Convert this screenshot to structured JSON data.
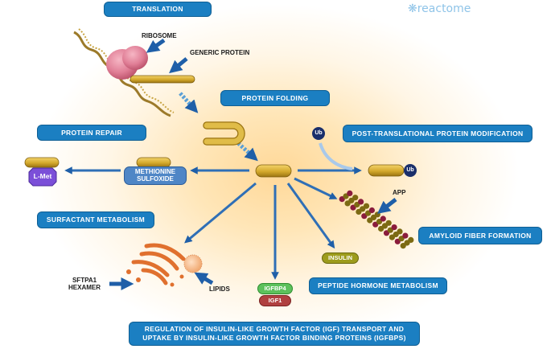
{
  "brand": {
    "logo_text": "reactome"
  },
  "pathways": {
    "translation": "TRANSLATION",
    "protein_folding": "PROTEIN FOLDING",
    "protein_repair": "PROTEIN REPAIR",
    "post_translational": "POST-TRANSLATIONAL PROTEIN MODIFICATION",
    "surfactant": "SURFACTANT METABOLISM",
    "amyloid": "AMYLOID FIBER FORMATION",
    "peptide_hormone": "PEPTIDE HORMONE METABOLISM",
    "igf_line1": "REGULATION OF INSULIN-LIKE GROWTH FACTOR (IGF) TRANSPORT AND",
    "igf_line2": "UPTAKE BY INSULIN-LIKE GROWTH FACTOR BINDING PROTEINS (IGFBPS)"
  },
  "labels": {
    "ribosome": "RIBOSOME",
    "generic_protein": "GENERIC PROTEIN",
    "app": "APP",
    "sftpa1_line1": "SFTPA1",
    "sftpa1_line2": "HEXAMER",
    "lipids": "LIPIDS"
  },
  "molecules": {
    "ub": "Ub",
    "ub2": "Ub",
    "lmet": "L-Met",
    "met_line1": "METHIONINE",
    "met_line2": "SULFOXIDE",
    "insulin": "INSULIN",
    "igfbp4": "IGFBP4",
    "igf1": "IGF1"
  },
  "colors": {
    "pill": "#1b7fc2",
    "protein": "#d4a92c",
    "arrow": "#1f5fa8",
    "ribosome": "#e07e96",
    "ub": "#1a2f6b",
    "lmet": "#7b4fd8",
    "golgi": "#e0702e",
    "igfbp4": "#5cc15c",
    "igf1": "#b04040",
    "met_sulfoxide": "#4f86c6",
    "amyloid_a": "#8a1c3c",
    "amyloid_b": "#7c6a12"
  }
}
